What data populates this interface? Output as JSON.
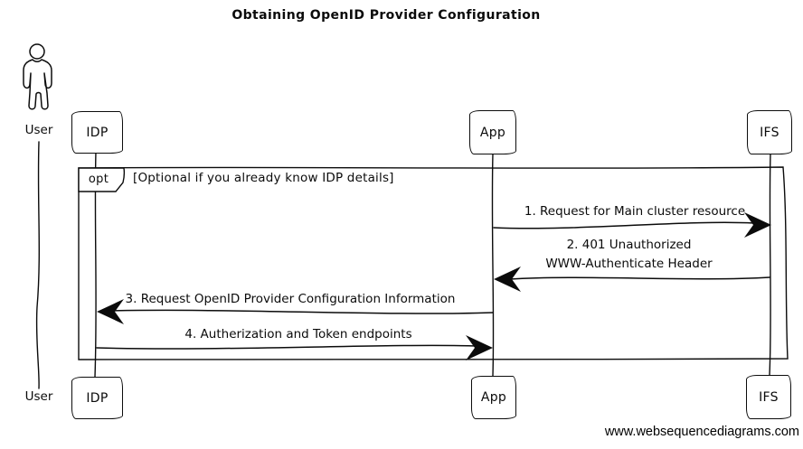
{
  "title": "Obtaining OpenID Provider Configuration",
  "watermark": "www.websequencediagrams.com",
  "actor": {
    "label": "User",
    "type": "person"
  },
  "participants": [
    {
      "label": "IDP"
    },
    {
      "label": "App"
    },
    {
      "label": "IFS"
    }
  ],
  "fragment": {
    "operator": "opt",
    "guard": "[Optional if you already know IDP details]"
  },
  "messages": [
    {
      "label": "1. Request for Main cluster resource",
      "from": "App",
      "to": "IFS",
      "direction": "right"
    },
    {
      "label": "2. 401 Unauthorized",
      "label2": "WWW-Authenticate Header",
      "from": "IFS",
      "to": "App",
      "direction": "left"
    },
    {
      "label": "3. Request OpenID Provider Configuration Information",
      "from": "App",
      "to": "IDP",
      "direction": "left"
    },
    {
      "label": "4. Autherization and Token endpoints",
      "from": "IDP",
      "to": "App",
      "direction": "right"
    }
  ],
  "colors": {
    "ink": "#0b0b0b",
    "background": "#ffffff"
  }
}
